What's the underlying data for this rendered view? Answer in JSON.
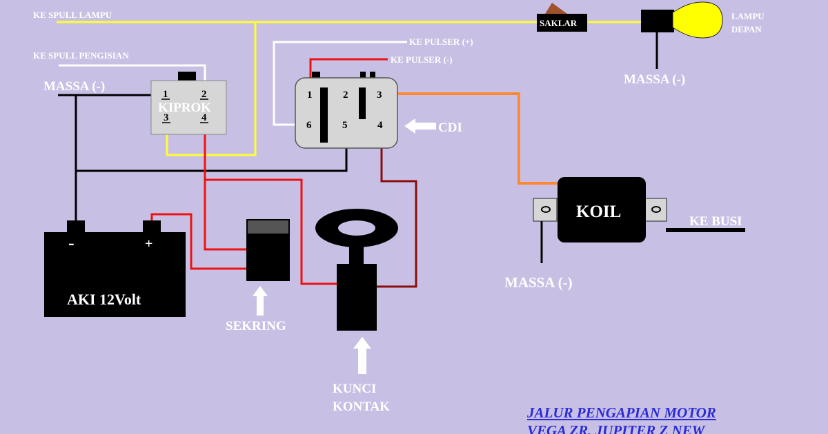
{
  "labels": {
    "spull_lampu": "KE SPULL LAMPU",
    "spull_pengisian": "KE SPULL PENGISIAN",
    "massa_left": "MASSA (-)",
    "kiprok": "KIPROK",
    "pulser_plus": "KE PULSER (+)",
    "pulser_minus": "KE PULSER (-)",
    "cdi": "CDI",
    "saklar": "SAKLAR",
    "lampu_line1": "LAMPU",
    "lampu_line2": "DEPAN",
    "massa_lamp": "MASSA (-)",
    "koil": "KOIL",
    "ke_busi": "KE BUSI",
    "massa_koil": "MASSA (-)",
    "aki": "AKI 12Volt",
    "aki_minus": "-",
    "aki_plus": "+",
    "sekring": "SEKRING",
    "kunci_line1": "KUNCI",
    "kunci_line2": "KONTAK"
  },
  "kiprok_pins": [
    "1",
    "2",
    "3",
    "4"
  ],
  "cdi_pins": [
    "1",
    "2",
    "3",
    "6",
    "5",
    "4"
  ],
  "title": {
    "line1": "JALUR PENGAPIAN MOTOR",
    "line2": "VEGA ZR, JUPITER Z NEW"
  },
  "colors": {
    "background": "#c8c0e4",
    "wire_yellow": "#ffff33",
    "wire_red": "#ee1111",
    "wire_dark_red": "#8b0b0b",
    "wire_orange": "#ff8830",
    "wire_white": "#ffffff",
    "wire_black": "#000000",
    "component_gray": "#d6d6d6",
    "title_blue": "#2a2ad8"
  }
}
